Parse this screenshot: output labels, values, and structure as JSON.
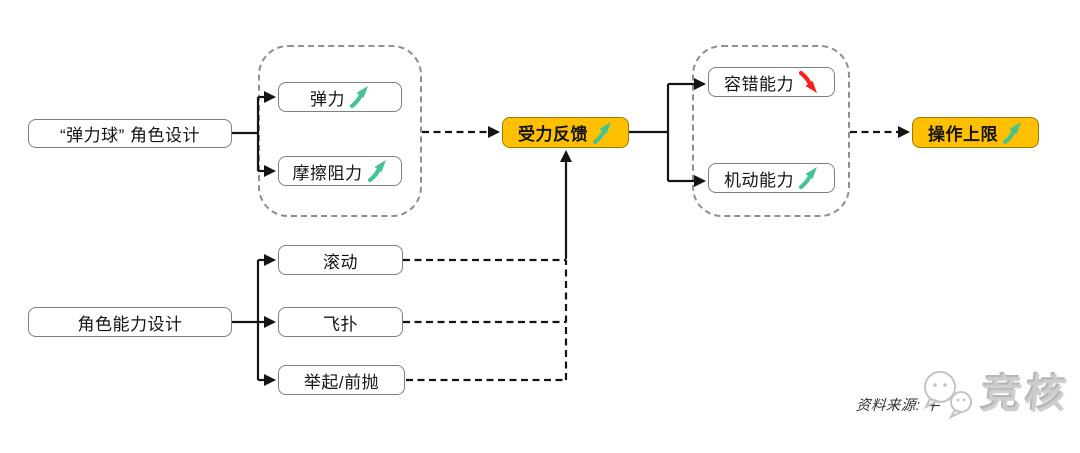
{
  "diagram": {
    "nodes": {
      "role_design": {
        "label": "“弹力球” 角色设计",
        "trend": null
      },
      "elasticity": {
        "label": "弹力",
        "trend": "up"
      },
      "friction": {
        "label": "摩擦阻力",
        "trend": "up"
      },
      "force_feedback": {
        "label": "受力反馈",
        "trend": "up"
      },
      "fault_tolerance": {
        "label": "容错能力",
        "trend": "down"
      },
      "mobility": {
        "label": "机动能力",
        "trend": "up"
      },
      "operation_ceiling": {
        "label": "操作上限",
        "trend": "up"
      },
      "ability_design": {
        "label": "角色能力设计",
        "trend": null
      },
      "roll": {
        "label": "滚动",
        "trend": null
      },
      "dive": {
        "label": "飞扑",
        "trend": null
      },
      "lift_throw": {
        "label": "举起/前抛",
        "trend": null
      }
    },
    "edges": [
      {
        "from": "role_design",
        "to": "elasticity",
        "style": "solid-arrow"
      },
      {
        "from": "role_design",
        "to": "friction",
        "style": "solid-arrow"
      },
      {
        "from": "physics-group",
        "to": "force_feedback",
        "style": "dashed-arrow"
      },
      {
        "from": "force_feedback",
        "to": "fault_tolerance",
        "style": "solid-arrow"
      },
      {
        "from": "force_feedback",
        "to": "mobility",
        "style": "solid-arrow"
      },
      {
        "from": "ability-group",
        "to": "operation_ceiling",
        "style": "dashed-arrow"
      },
      {
        "from": "ability_design",
        "to": "roll",
        "style": "solid-arrow"
      },
      {
        "from": "ability_design",
        "to": "dive",
        "style": "solid-arrow"
      },
      {
        "from": "ability_design",
        "to": "lift_throw",
        "style": "solid-arrow"
      },
      {
        "from": "roll",
        "to": "force_feedback",
        "style": "dashed-then-solid-arrow"
      },
      {
        "from": "dive",
        "to": "force_feedback",
        "style": "dashed-then-solid-arrow"
      },
      {
        "from": "lift_throw",
        "to": "force_feedback",
        "style": "dashed-then-solid-arrow"
      }
    ]
  },
  "footer": {
    "source_text": "资料来源: 牛",
    "watermark_text": "竞核"
  },
  "colors": {
    "accent_orange": "#FFC000",
    "trend_up": "#45C392",
    "trend_down": "#FA1E1E",
    "line_black": "#141414",
    "border_gray": "#7f7f7f",
    "watermark_gray": "#c9c9c9"
  }
}
